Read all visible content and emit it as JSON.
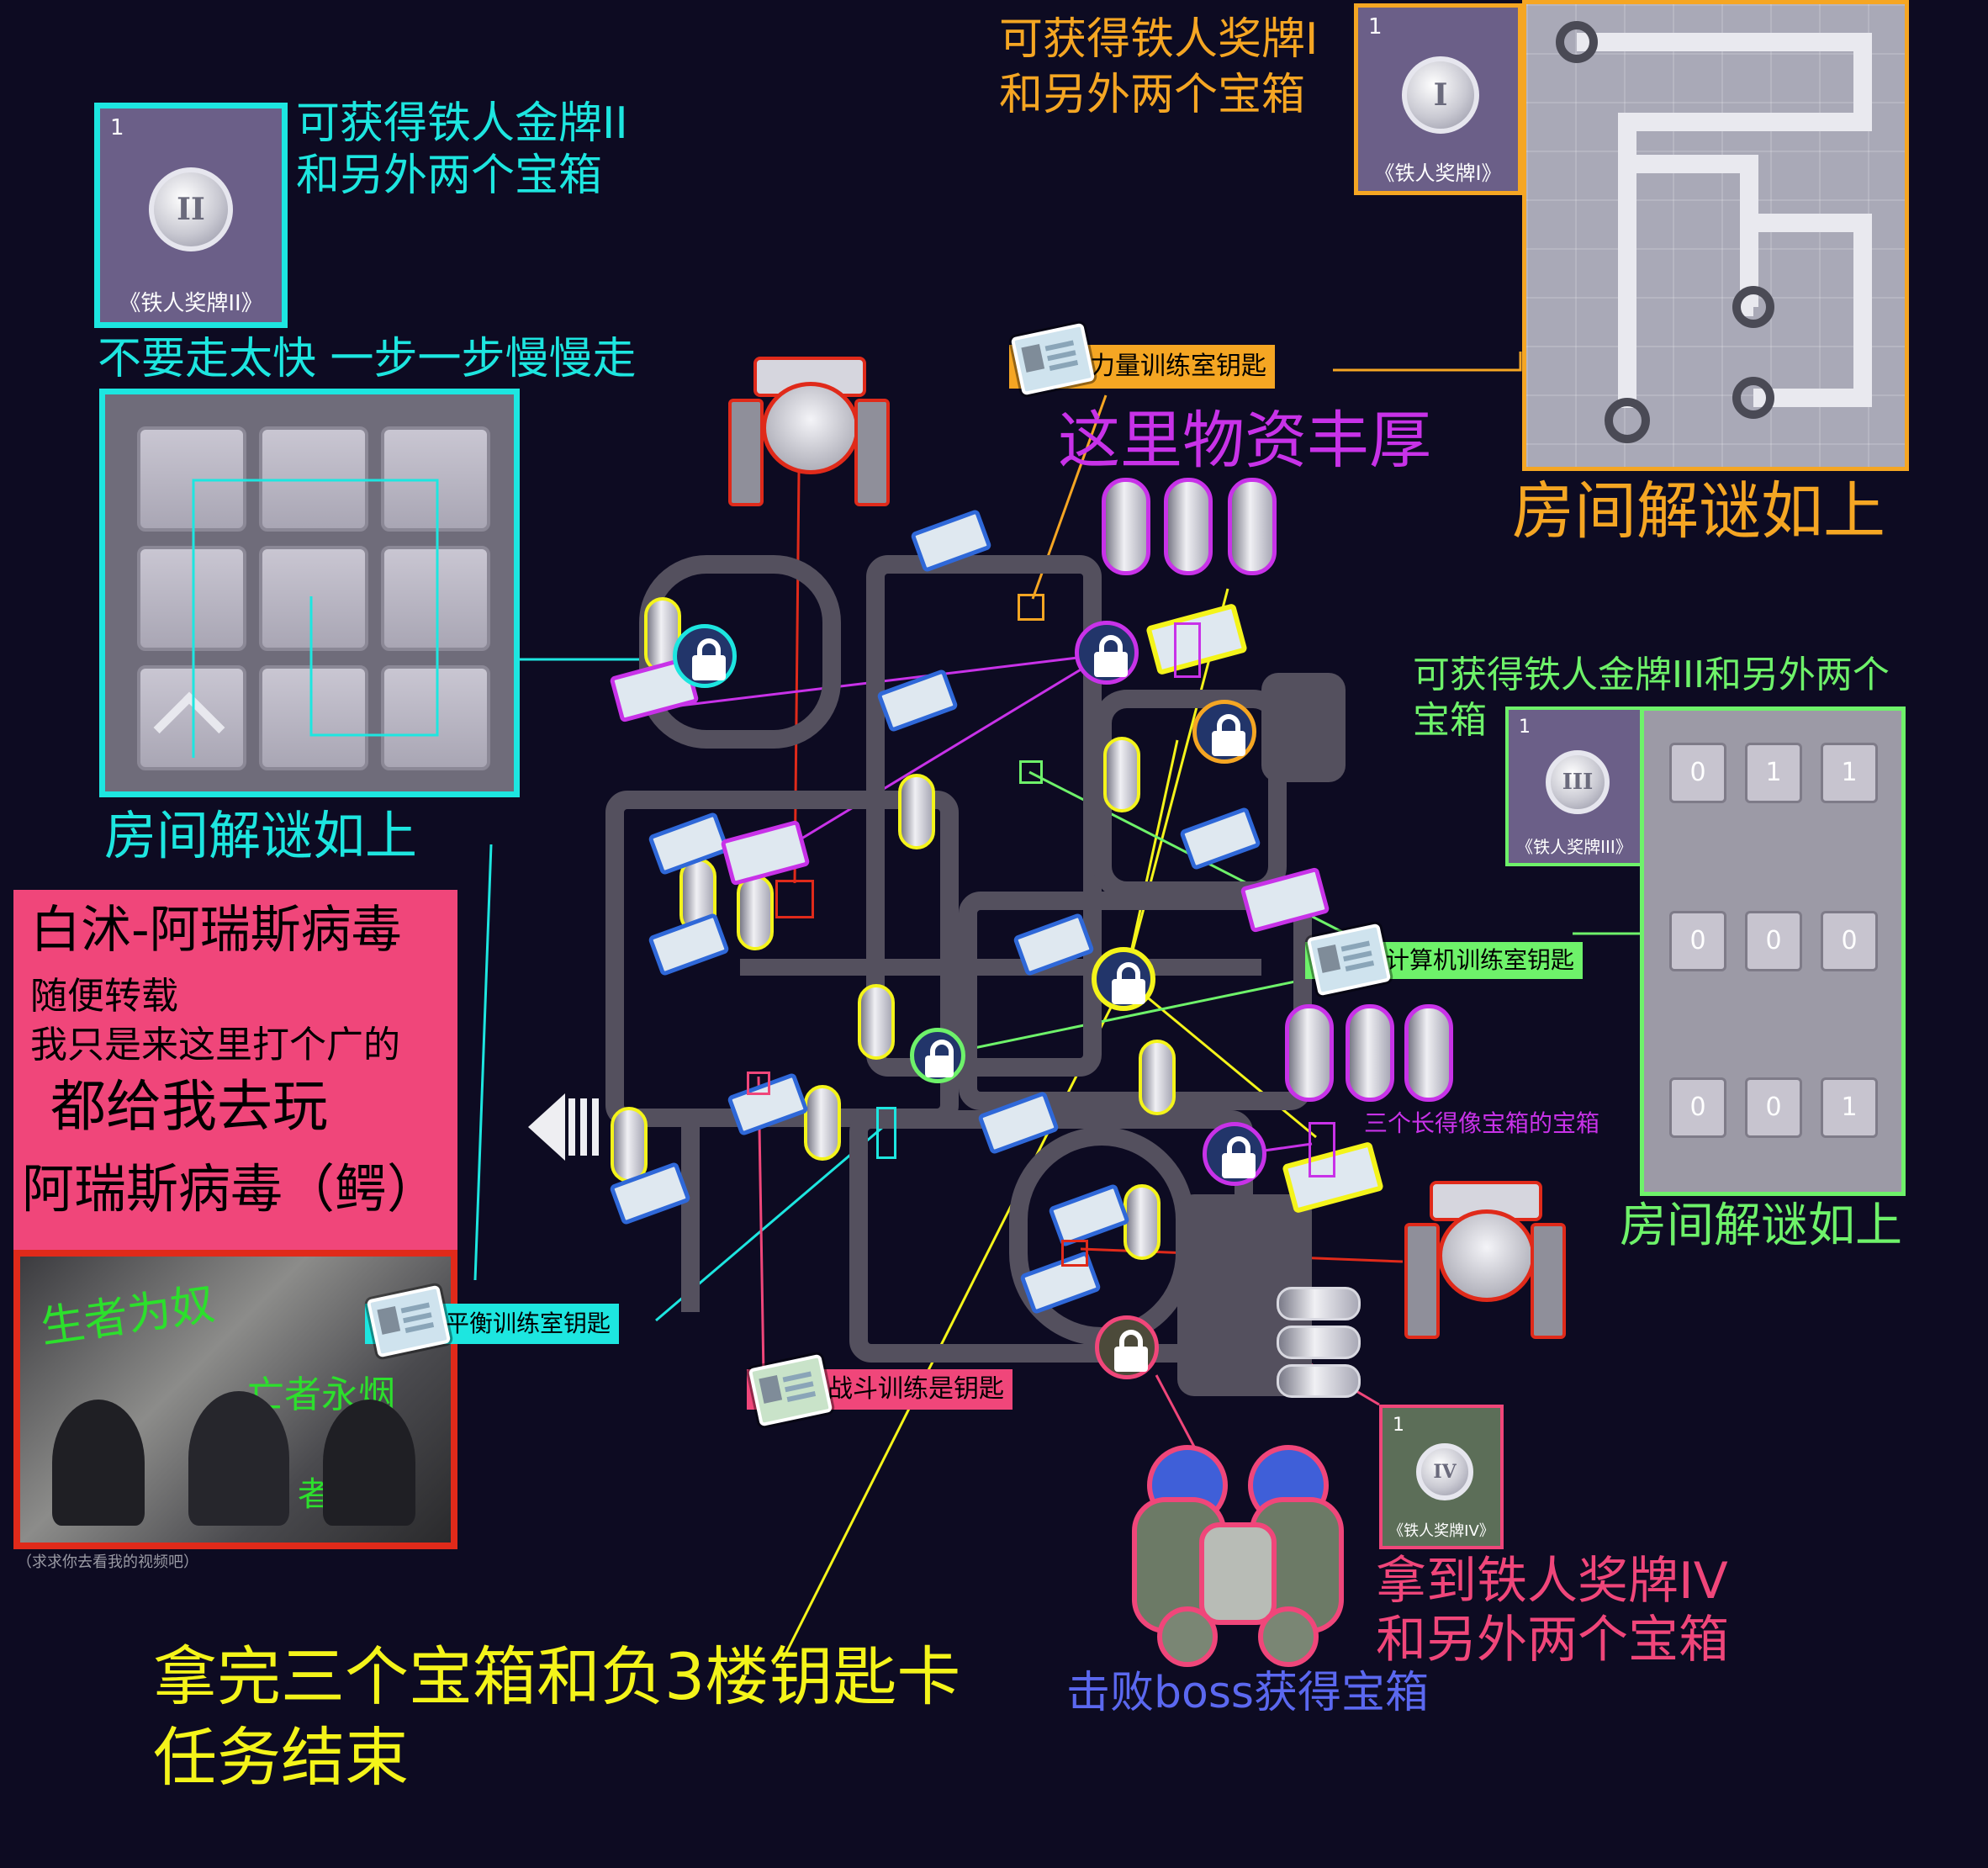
{
  "medal_ii": {
    "count": "1",
    "numeral": "II",
    "caption": "《铁人奖牌II》",
    "desc_line1": "可获得铁人金牌II",
    "desc_line2": "和另外两个宝箱"
  },
  "medal_i": {
    "count": "1",
    "numeral": "I",
    "caption": "《铁人奖牌I》",
    "desc_line1": "可获得铁人奖牌I",
    "desc_line2": "和另外两个宝箱"
  },
  "medal_iii": {
    "count": "1",
    "numeral": "III",
    "caption": "《铁人奖牌III》",
    "desc": "可获得铁人金牌III和另外两个宝箱"
  },
  "medal_iv": {
    "count": "1",
    "numeral": "IV",
    "caption": "《铁人奖牌IV》",
    "desc_line1": "拿到铁人奖牌IV",
    "desc_line2": "和另外两个宝箱"
  },
  "puzzle_left": {
    "tip": "不要走太快 一步一步慢慢走",
    "solved_label": "房间解谜如上"
  },
  "puzzle_pipe": {
    "solved_label": "房间解谜如上"
  },
  "puzzle_numbers": {
    "solved_label": "房间解谜如上",
    "grid": [
      [
        "0",
        "1",
        "1"
      ],
      [
        "0",
        "0",
        "0"
      ],
      [
        "0",
        "0",
        "1"
      ]
    ]
  },
  "keys": {
    "strength": "力量训练室钥匙",
    "computer": "计算机训练室钥匙",
    "balance": "平衡训练室钥匙",
    "combat": "战斗训练是钥匙"
  },
  "annotations": {
    "rich_supplies": "这里物资丰厚",
    "three_chests": "三个长得像宝箱的宝箱",
    "boss": "击败boss获得宝箱",
    "finish_line1": "拿完三个宝箱和负3楼钥匙卡",
    "finish_line2": "任务结束"
  },
  "ad": {
    "title": "白沭-阿瑞斯病毒",
    "line1": "随便转载",
    "line2": "我只是来这里打个广的",
    "line3": "都给我去玩",
    "line4": "阿瑞斯病毒（鳄）",
    "video_caption": "（求求你去看我的视频吧）",
    "video_text1": "生者为奴",
    "video_text2": "亡者永烟",
    "video_text3": "者永细"
  },
  "colors": {
    "cyan": "#1de6e0",
    "orange": "#f5a623",
    "purple": "#c832e8",
    "green": "#6ef26a",
    "pink": "#f0467a",
    "yellow": "#f4f41a",
    "red": "#e02a1a",
    "blue": "#5b68f0",
    "background": "#0d0b22"
  },
  "icons": [
    "lock-icon",
    "treasure-chest-icon",
    "keycard-icon",
    "medal-icon",
    "exit-arrow-icon",
    "boss-robot-icon",
    "spider-robot-icon"
  ]
}
